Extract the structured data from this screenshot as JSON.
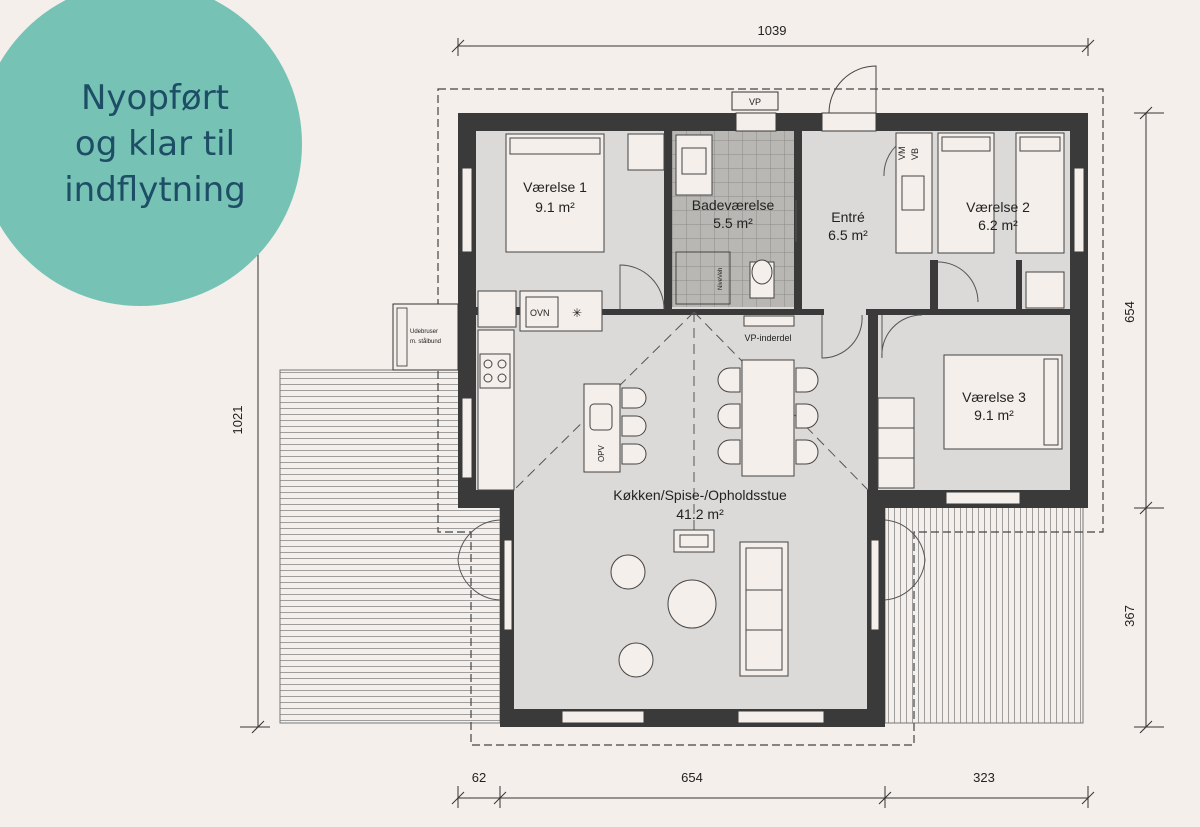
{
  "badge": {
    "lines": [
      "Nyopført",
      "og klar til",
      "indflytning"
    ],
    "color": "#76c3b5",
    "text_color": "#1d4e66"
  },
  "rooms": {
    "vaerelse1": {
      "name": "Værelse 1",
      "area": "9.1 m²"
    },
    "bad": {
      "name": "Badeværelse",
      "area": "5.5 m²"
    },
    "entre": {
      "name": "Entré",
      "area": "6.5 m²"
    },
    "vaerelse2": {
      "name": "Værelse 2",
      "area": "6.2 m²"
    },
    "vaerelse3": {
      "name": "Værelse 3",
      "area": "9.1 m²"
    },
    "stue": {
      "name": "Køkken/Spise-/Opholdsstue",
      "area": "41.2 m²"
    }
  },
  "labels": {
    "vp": "VP",
    "vp_inderdel": "VP-inderdel",
    "ovn": "OVN",
    "opv": "OPV",
    "vm": "VM",
    "vb": "VB",
    "niveau": "NiveVeh",
    "udebruser_1": "Udebruser",
    "udebruser_2": "m. stålbund"
  },
  "dimensions": {
    "top": "1039",
    "left": "1021",
    "right_upper": "654",
    "right_lower": "367",
    "bottom_left": "62",
    "bottom_mid": "654",
    "bottom_right": "323"
  },
  "colors": {
    "background": "#f4efeb",
    "floor": "#dcdad8",
    "wall": "#3a3a3a",
    "bath_tile": "#b9b7b4",
    "line": "#2a2a2a"
  }
}
